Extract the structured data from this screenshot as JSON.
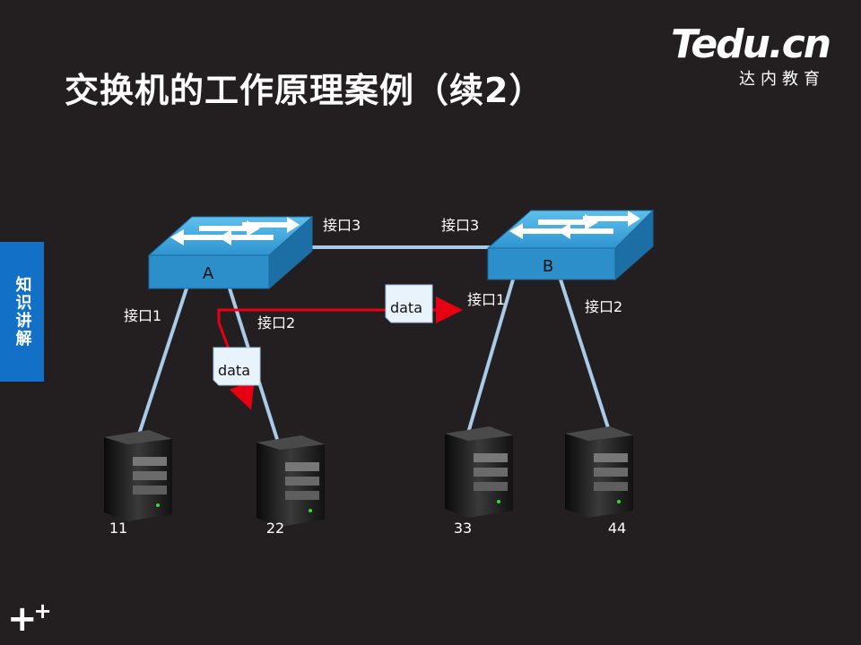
{
  "title": "交换机的工作原理案例（续2）",
  "logo": {
    "main": "Tedu.cn",
    "sub": "达内教育"
  },
  "side_tab": "知识讲解",
  "switches": [
    {
      "name": "A",
      "ports": {
        "p1": "接口1",
        "p2": "接口2",
        "p3": "接口3"
      }
    },
    {
      "name": "B",
      "ports": {
        "p1": "接口1",
        "p2": "接口2",
        "p3": "接口3"
      }
    }
  ],
  "hosts": [
    "11",
    "22",
    "33",
    "44"
  ],
  "packets": [
    "data",
    "data"
  ],
  "colors": {
    "background": "#231f20",
    "switch": "#3ea6dc",
    "tab": "#1270c6",
    "flow": "#e60012",
    "link": "#a9cbe8"
  },
  "footer_icon": "plus-plus-icon"
}
